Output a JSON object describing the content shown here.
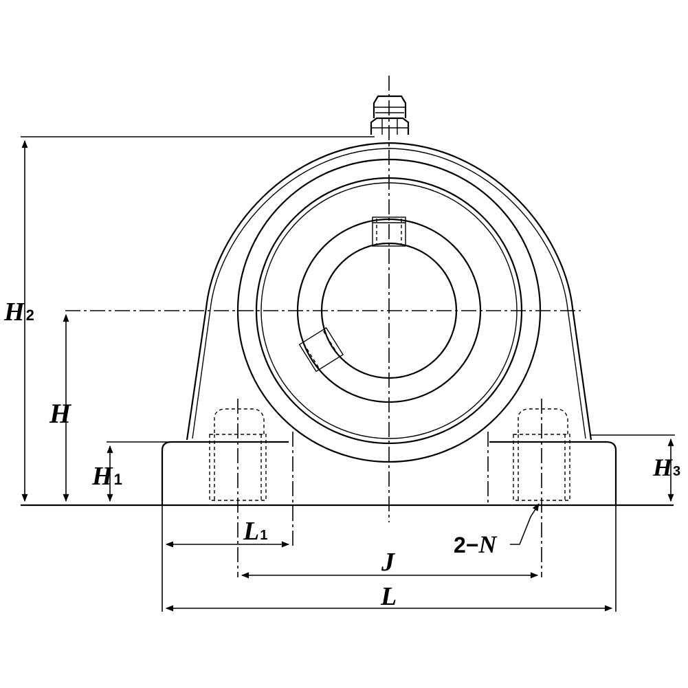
{
  "labels": {
    "H2": {
      "main": "H",
      "sub": "2"
    },
    "H": {
      "main": "H"
    },
    "H1": {
      "main": "H",
      "sub": "1"
    },
    "H3": {
      "main": "H",
      "sub": "3"
    },
    "L1": {
      "main": "L",
      "sub": "1"
    },
    "J": {
      "main": "J"
    },
    "L": {
      "main": "L"
    },
    "N": {
      "prefix": "2−",
      "main": "N"
    }
  }
}
